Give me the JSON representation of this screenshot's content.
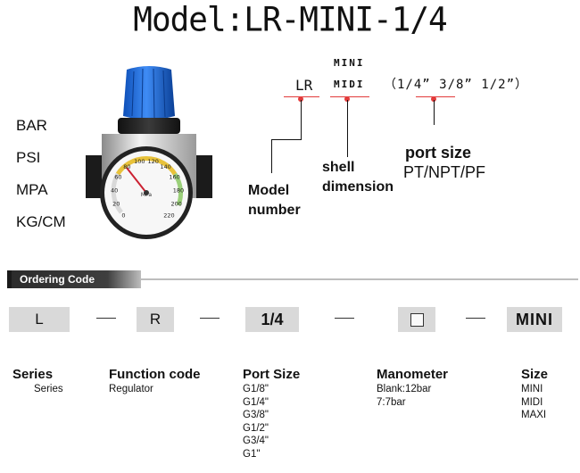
{
  "title": "Model:LR-MINI-1/4",
  "units": [
    "BAR",
    "PSI",
    "MPA",
    "KG/CM"
  ],
  "diagram": {
    "code_lr": "LR",
    "code_mini": "MINI",
    "code_midi": "MIDI",
    "code_ports": "（1/4” 3/8” 1/2”）",
    "model_label": [
      "Model",
      "number"
    ],
    "shell_label": [
      "shell",
      "dimension"
    ],
    "port_size_title": "port size",
    "port_size_types": "PT/NPT/PF"
  },
  "ordering": {
    "banner": "Ordering Code",
    "boxes": [
      "L",
      "R",
      "1/4",
      "",
      "MINI"
    ],
    "dash": "—",
    "categories": [
      {
        "title": "Series",
        "items": [
          "Series"
        ]
      },
      {
        "title": "Function code",
        "items": [
          "Regulator"
        ]
      },
      {
        "title": "Port Size",
        "items": [
          "G1/8\"",
          "G1/4\"",
          "G3/8\"",
          "G1/2\"",
          "G3/4\"",
          "G1\""
        ]
      },
      {
        "title": "Manometer",
        "items": [
          "Blank:12bar",
          "7:7bar"
        ]
      },
      {
        "title": "Size",
        "items": [
          "MINI",
          "MIDI",
          "MAXI"
        ]
      }
    ]
  },
  "gauge": {
    "ticks": [
      "0",
      "20",
      "40",
      "60",
      "80",
      "100",
      "120",
      "140",
      "160",
      "180",
      "200",
      "220"
    ]
  },
  "colors": {
    "knob": "#1f6fe0",
    "accent_red": "#e23b3b",
    "box_gray": "#d9d9d9",
    "banner": "#333333"
  }
}
